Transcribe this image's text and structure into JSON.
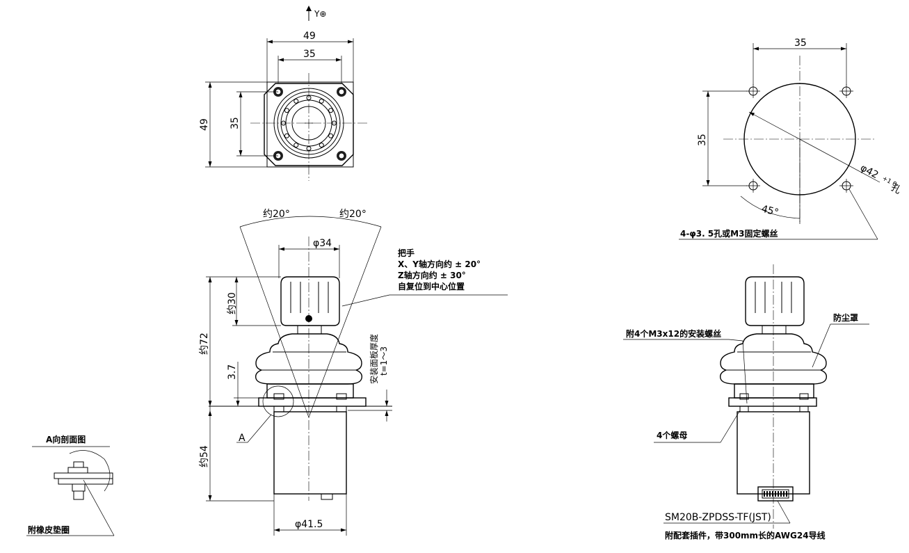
{
  "top_view": {
    "axis_label": "Y⊕",
    "dim_outer_w": "49",
    "dim_inner_w": "35",
    "dim_outer_h": "49",
    "dim_inner_h": "35"
  },
  "side_view": {
    "angle_left": "约20°",
    "angle_right": "约20°",
    "dia_top": "φ34",
    "dia_knob": "约30",
    "height_top": "约72",
    "dim_37": "3.7",
    "height_bottom": "约54",
    "dia_bottom": "φ41.5",
    "panel_thickness_label": "安装面板厚度",
    "panel_thickness_value": "t=1～3",
    "section_marker": "A",
    "handle_note": [
      "把手",
      "X、Y轴方向约 ± 20°",
      "Z轴方向约 ± 30°",
      "自复位到中心位置"
    ]
  },
  "section_view": {
    "title": "A向剖面图",
    "note": "附橡皮垫圈"
  },
  "cutout_view": {
    "dim_w": "35",
    "dim_h": "35",
    "hole_dia": "φ42",
    "hole_tol": "+1 0",
    "hole_suffix": "孔",
    "angle": "45°",
    "screw_note": "4-φ3. 5孔或M3固定螺丝"
  },
  "right_view": {
    "screw_note": "附4个M3x12的安装螺丝",
    "dust_cover": "防尘罩",
    "nut_note": "4个螺母",
    "connector": "SM20B-ZPDSS-TF(JST)",
    "cable_note": "附配套插件，带300mm长的AWG24导线"
  }
}
